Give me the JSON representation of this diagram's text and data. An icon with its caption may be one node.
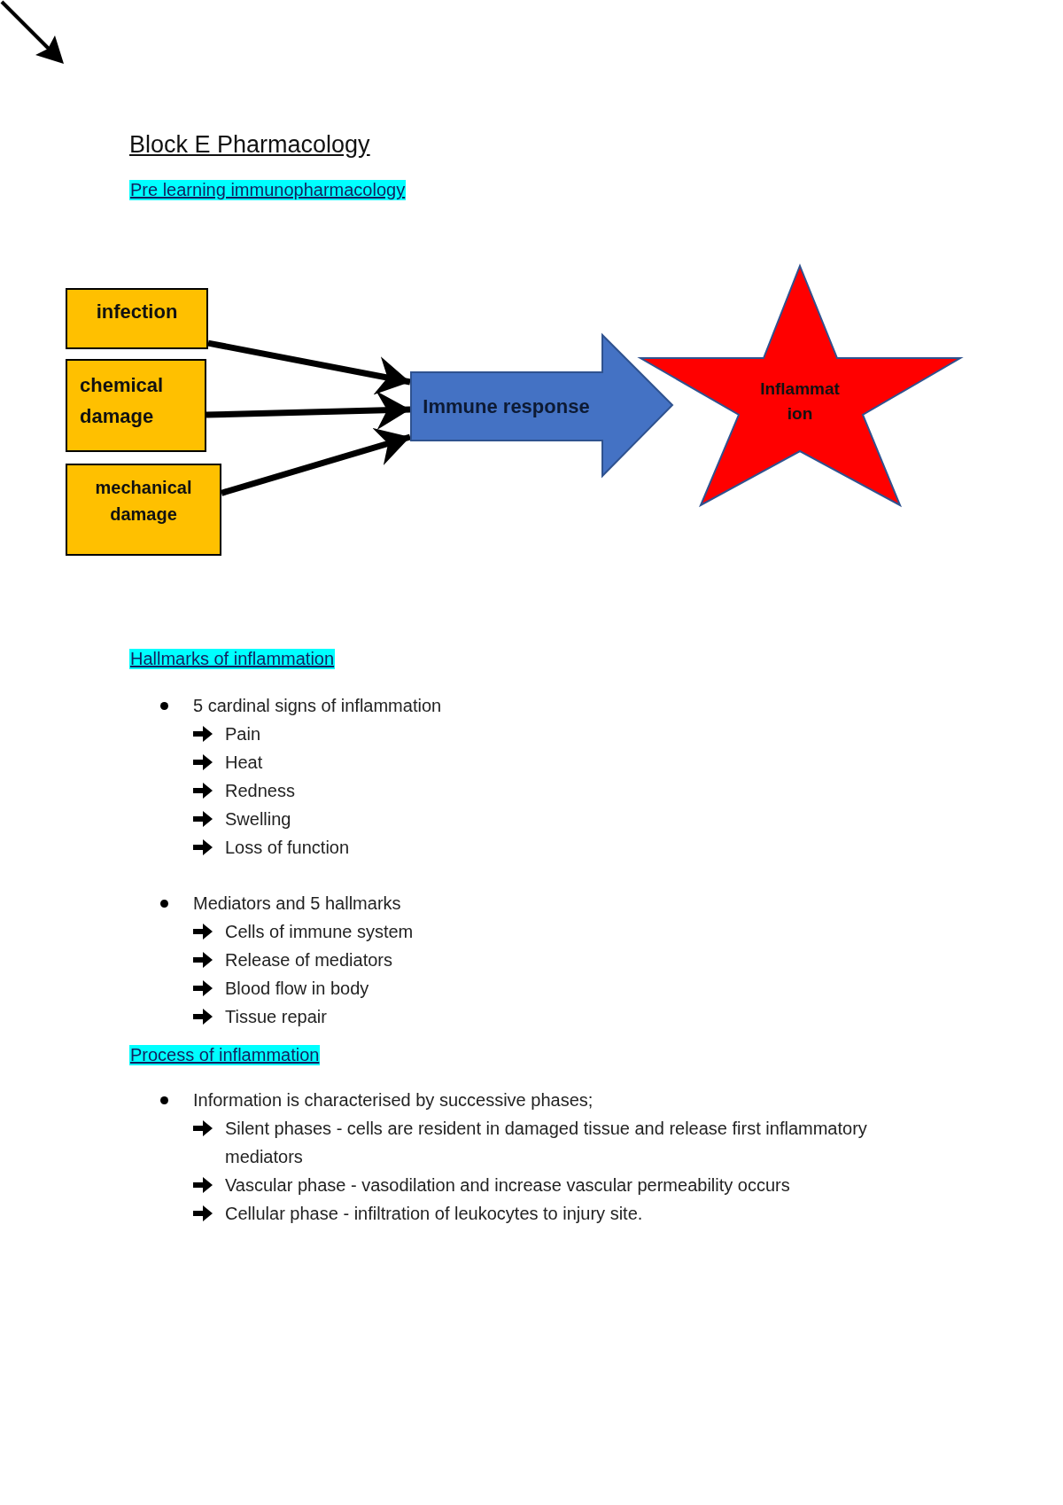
{
  "diagram": {
    "title": "Block E Pharmacology",
    "nodes": [
      {
        "text": [
          "infection"
        ]
      },
      {
        "text": [
          "chemical damage"
        ]
      },
      {
        "text": [
          "mechanical damage"
        ]
      },
      {
        "text": [
          "Immune response"
        ]
      },
      {
        "text": [
          "Inflammat ion"
        ]
      }
    ],
    "edges": [
      {
        "from": 0,
        "to": 3,
        "arrow": "to"
      },
      {
        "from": 1,
        "to": 3,
        "arrow": "to"
      },
      {
        "from": 2,
        "to": 3,
        "arrow": "to"
      }
    ],
    "labels": [
      "Pre learning immunopharmacology",
      "Hallmarks of inflammation",
      "5 cardinal signs of inflammation",
      "Pain",
      "Heat",
      "Redness",
      "Swelling",
      "Loss of function",
      "Mediators and 5 hallmarks",
      "Cells of immune system",
      "Release of mediators",
      "Blood flow in body",
      "Tissue repair",
      "Process of inflammation",
      "Information is characterised by successive phases;",
      "Silent phases - cells are resident in damaged tissue and release first inflammatory mediators",
      "Vascular phase - vasodilation and increase vascular permeability occurs",
      "Cellular phase - infiltration of leukocytes to injury site."
    ]
  }
}
